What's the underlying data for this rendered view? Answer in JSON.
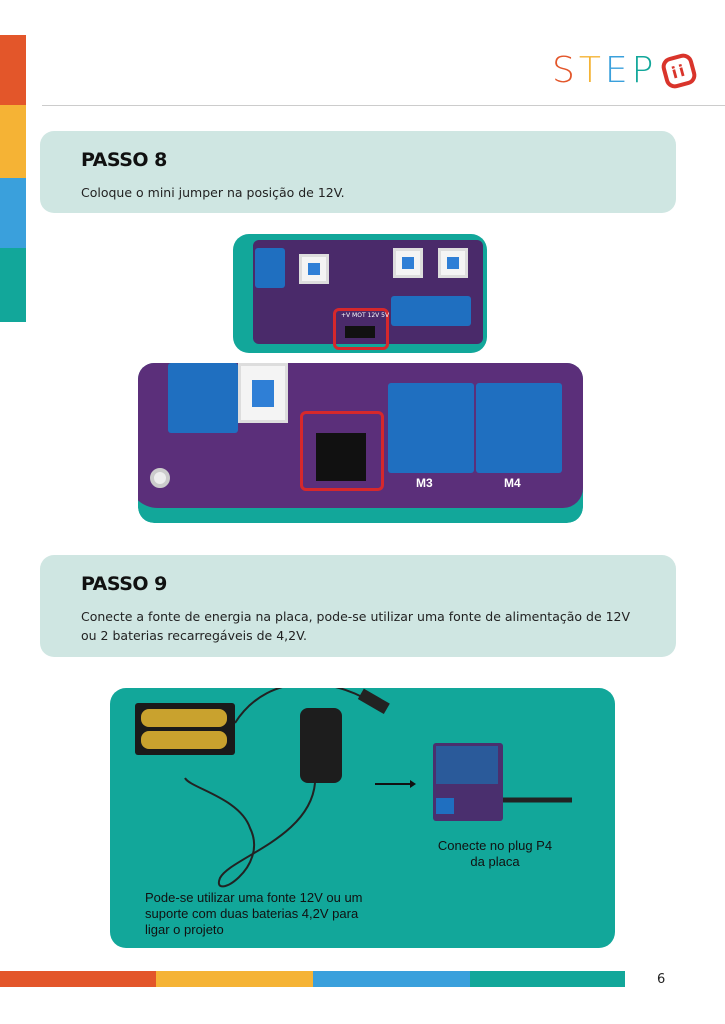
{
  "brand": {
    "logo_text": "STEP",
    "colors": {
      "orange": "#e3562a",
      "yellow": "#f5b335",
      "blue": "#3aa0dc",
      "teal": "#12a79a"
    }
  },
  "steps": [
    {
      "title": "PASSO 8",
      "text": "Coloque o mini jumper na posição de 12V."
    },
    {
      "title": "PASSO 9",
      "text": "Conecte a fonte de energia na placa, pode-se utilizar uma fonte de alimentação de 12V ou 2 baterias recarregáveis de 4,2V."
    }
  ],
  "figure8": {
    "labels": {
      "m3": "M3",
      "m4": "M4",
      "jumper": "+V MOT 12V 5V"
    }
  },
  "figure9": {
    "caption_left": "Pode-se utilizar uma fonte 12V ou um suporte com duas baterias 4,2V para ligar o projeto",
    "caption_right": "Conecte no plug P4 da placa"
  },
  "page_number": "6"
}
